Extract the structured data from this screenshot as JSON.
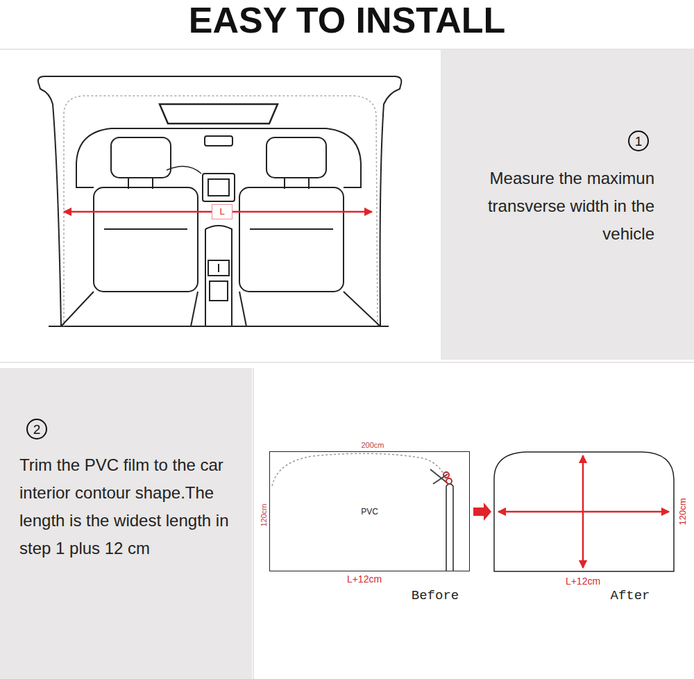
{
  "diagram": {
    "title": "EASY TO INSTALL",
    "nodes": [
      {
        "text": [
          "L"
        ]
      },
      {
        "text": [
          "Measure the maximun transverse width in the vehicle"
        ]
      },
      {
        "text": [
          "1"
        ],
        "in": 1
      },
      {
        "text": [
          "Trim the PVC film to the car interior contour shape.The length is the widest length in step 1 plus 12 cm"
        ]
      },
      {
        "text": [
          "2"
        ],
        "in": 3
      },
      {
        "text": [
          "PVC"
        ]
      }
    ],
    "labels": [
      "200cm",
      "120cm",
      "L+12cm",
      "Before",
      "120cm",
      "L+12cm",
      "After"
    ]
  }
}
